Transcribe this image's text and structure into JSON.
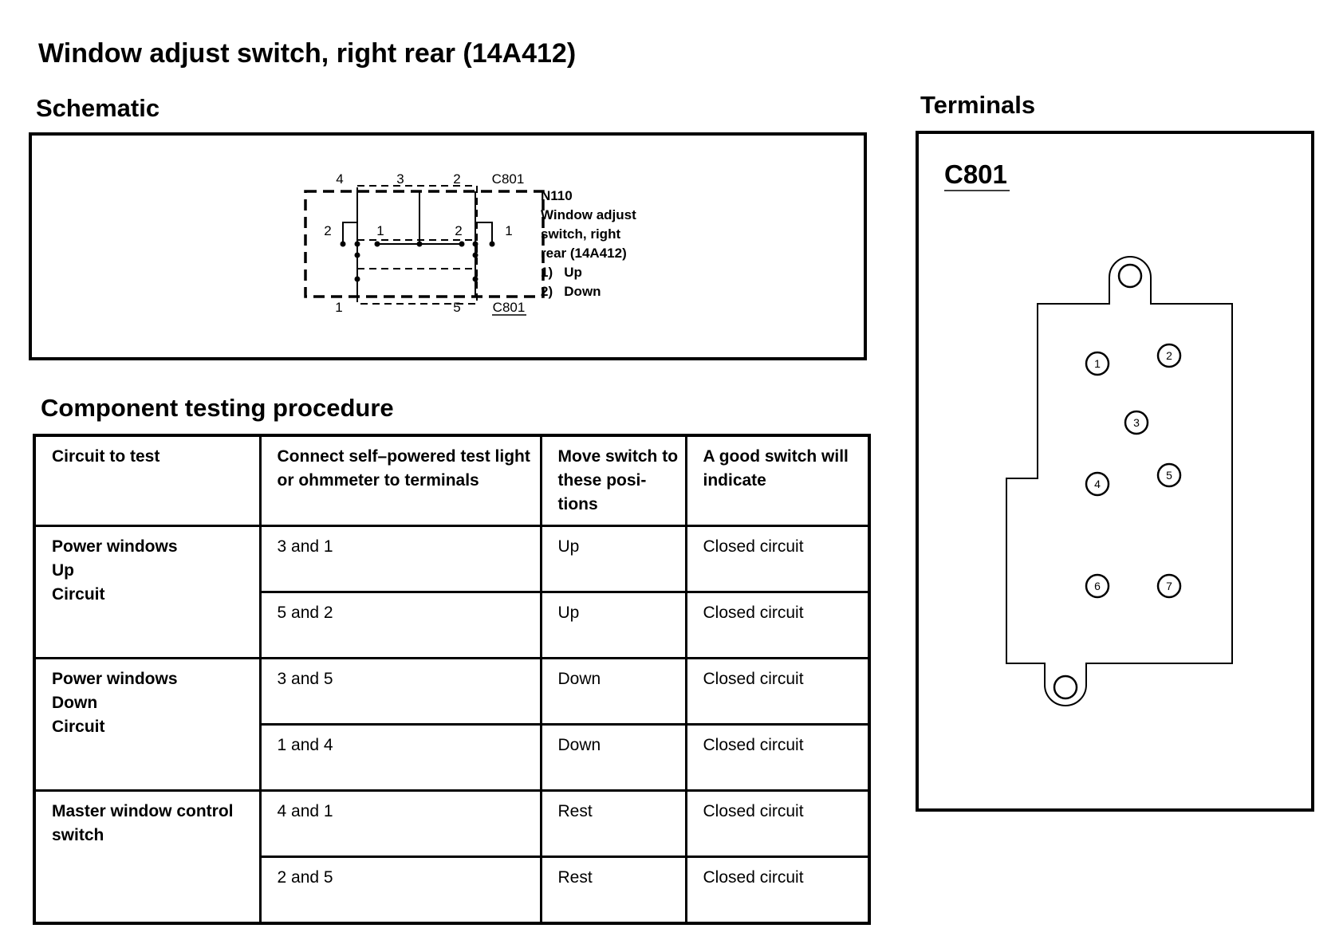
{
  "title": "Window adjust switch, right rear (14A412)",
  "schematic": {
    "heading": "Schematic",
    "pins_top": [
      "4",
      "3",
      "2"
    ],
    "connector_top": "C801",
    "pins_bottom": [
      "1",
      "5"
    ],
    "connector_bottom": "C801",
    "contact_labels": {
      "left_outer": "2",
      "left_inner": "1",
      "right_inner": "2",
      "right_outer": "1"
    },
    "legend": [
      "N110",
      "Window adjust",
      "switch, right",
      "rear (14A412)",
      "1)   Up",
      "2)   Down"
    ]
  },
  "terminals": {
    "heading": "Terminals",
    "connector": "C801",
    "pins": [
      "1",
      "2",
      "3",
      "4",
      "5",
      "6",
      "7"
    ]
  },
  "procedure": {
    "heading": "Component testing procedure",
    "columns": [
      "Circuit to test",
      "Connect self–powered test light or ohmmeter to terminals",
      "Move switch to these posi- tions",
      "A good switch will indicate"
    ],
    "groups": [
      {
        "circuit": "Power windows\nUp\nCircuit",
        "rows": [
          {
            "terminals": "3 and 1",
            "position": "Up",
            "result": "Closed circuit"
          },
          {
            "terminals": "5 and 2",
            "position": "Up",
            "result": "Closed circuit"
          }
        ]
      },
      {
        "circuit": "Power windows\nDown\nCircuit",
        "rows": [
          {
            "terminals": "3 and 5",
            "position": "Down",
            "result": "Closed circuit"
          },
          {
            "terminals": "1 and 4",
            "position": "Down",
            "result": "Closed circuit"
          }
        ]
      },
      {
        "circuit": "Master window control\nswitch",
        "rows": [
          {
            "terminals": "4 and 1",
            "position": "Rest",
            "result": "Closed circuit"
          },
          {
            "terminals": "2 and 5",
            "position": "Rest",
            "result": "Closed circuit"
          }
        ]
      }
    ]
  }
}
